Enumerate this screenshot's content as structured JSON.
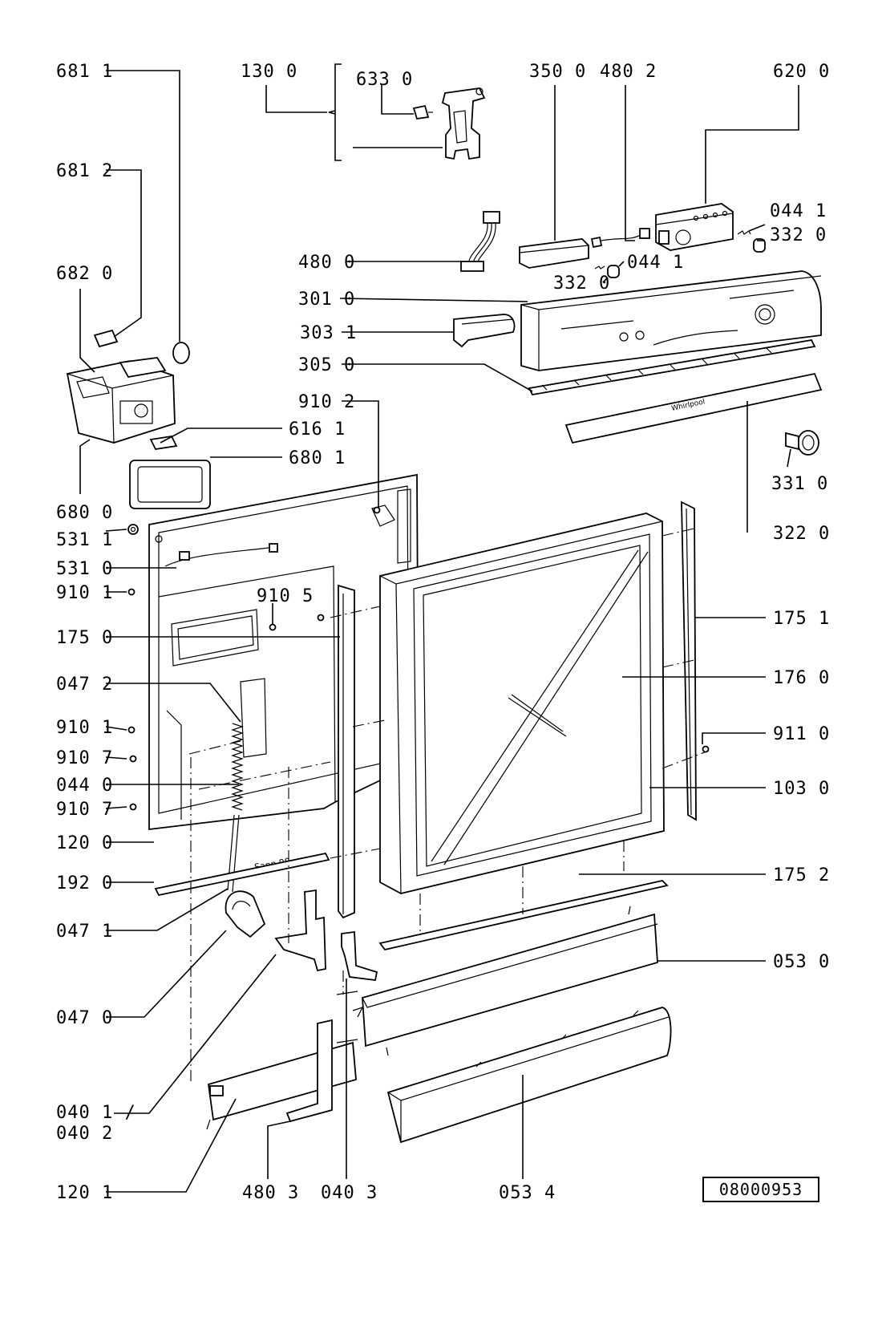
{
  "callouts": [
    {
      "id": "c01",
      "text": "681 1"
    },
    {
      "id": "c02",
      "text": "130 0"
    },
    {
      "id": "c03",
      "text": "633 0"
    },
    {
      "id": "c04",
      "text": "350 0"
    },
    {
      "id": "c05",
      "text": "480 2"
    },
    {
      "id": "c06",
      "text": "620 0"
    },
    {
      "id": "c07",
      "text": "681 2"
    },
    {
      "id": "c08",
      "text": "044 1"
    },
    {
      "id": "c09",
      "text": "332 0"
    },
    {
      "id": "c10",
      "text": "682 0"
    },
    {
      "id": "c11",
      "text": "480 0"
    },
    {
      "id": "c12",
      "text": "044 1"
    },
    {
      "id": "c13",
      "text": "332 0"
    },
    {
      "id": "c14",
      "text": "301 0"
    },
    {
      "id": "c15",
      "text": "303 1"
    },
    {
      "id": "c16",
      "text": "305 0"
    },
    {
      "id": "c17",
      "text": "910 2"
    },
    {
      "id": "c18",
      "text": "616 1"
    },
    {
      "id": "c19",
      "text": "680 1"
    },
    {
      "id": "c20",
      "text": "331 0"
    },
    {
      "id": "c21",
      "text": "680 0"
    },
    {
      "id": "c22",
      "text": "531 1"
    },
    {
      "id": "c23",
      "text": "322 0"
    },
    {
      "id": "c24",
      "text": "531 0"
    },
    {
      "id": "c25",
      "text": "910 1"
    },
    {
      "id": "c26",
      "text": "910 5"
    },
    {
      "id": "c27",
      "text": "175 1"
    },
    {
      "id": "c28",
      "text": "175 0"
    },
    {
      "id": "c29",
      "text": "047 2"
    },
    {
      "id": "c30",
      "text": "176 0"
    },
    {
      "id": "c31",
      "text": "910 1"
    },
    {
      "id": "c32",
      "text": "911 0"
    },
    {
      "id": "c33",
      "text": "910 7"
    },
    {
      "id": "c34",
      "text": "044 0"
    },
    {
      "id": "c35",
      "text": "103 0"
    },
    {
      "id": "c36",
      "text": "910 7"
    },
    {
      "id": "c37",
      "text": "120 0"
    },
    {
      "id": "c38",
      "text": "175 2"
    },
    {
      "id": "c39",
      "text": "192 0"
    },
    {
      "id": "c40",
      "text": "047 1"
    },
    {
      "id": "c41",
      "text": "053 0"
    },
    {
      "id": "c42",
      "text": "047 0"
    },
    {
      "id": "c43",
      "text": "040 1 /"
    },
    {
      "id": "c44",
      "text": "040 2"
    },
    {
      "id": "c45",
      "text": "120 1"
    },
    {
      "id": "c46",
      "text": "480 3"
    },
    {
      "id": "c47",
      "text": "040 3"
    },
    {
      "id": "c48",
      "text": "053 4"
    }
  ],
  "drawing_code": "08000953",
  "panel_brand": "Whirlpool",
  "stamp_text": "Sann.98"
}
